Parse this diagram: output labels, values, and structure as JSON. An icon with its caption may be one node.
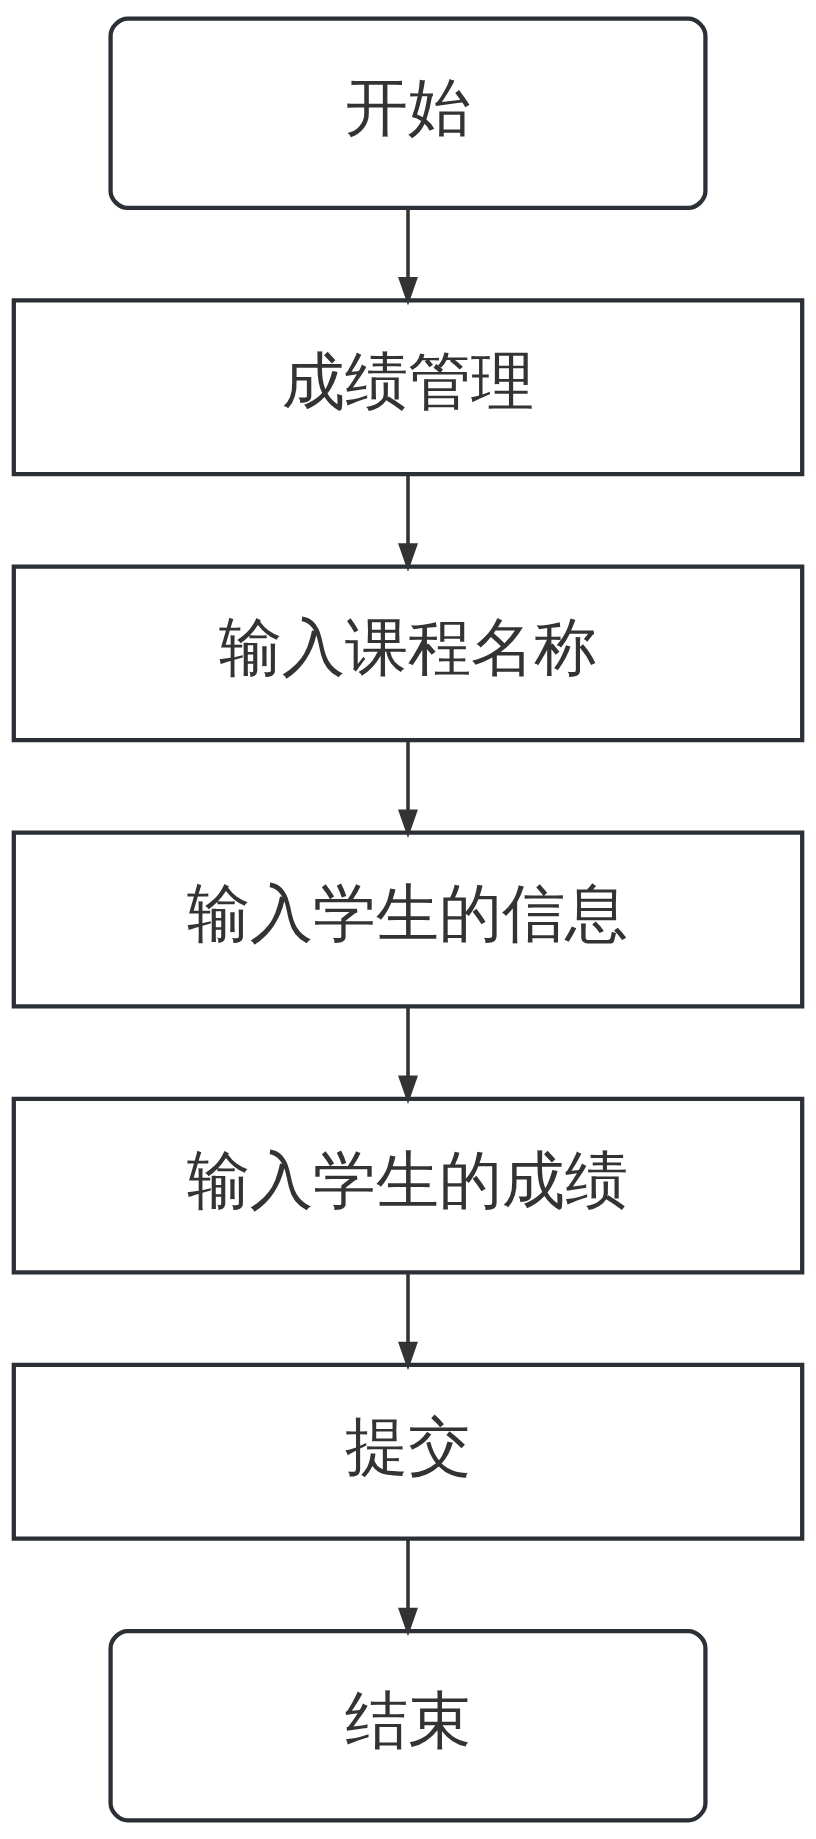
{
  "diagram": {
    "nodes": [
      {
        "text": [
          "开始"
        ]
      },
      {
        "text": [
          "成绩管理"
        ]
      },
      {
        "text": [
          "输入课程名称"
        ]
      },
      {
        "text": [
          "输入学生的信息"
        ]
      },
      {
        "text": [
          "输入学生的成绩"
        ]
      },
      {
        "text": [
          "提交"
        ]
      },
      {
        "text": [
          "结束"
        ]
      }
    ],
    "edges": [
      {
        "from": 0,
        "to": 1,
        "arrow": "to"
      },
      {
        "from": 1,
        "to": 2,
        "arrow": "to"
      },
      {
        "from": 2,
        "to": 3,
        "arrow": "to"
      },
      {
        "from": 3,
        "to": 4,
        "arrow": "to"
      },
      {
        "from": 4,
        "to": 5,
        "arrow": "to"
      },
      {
        "from": 5,
        "to": 6,
        "arrow": "to"
      }
    ]
  }
}
